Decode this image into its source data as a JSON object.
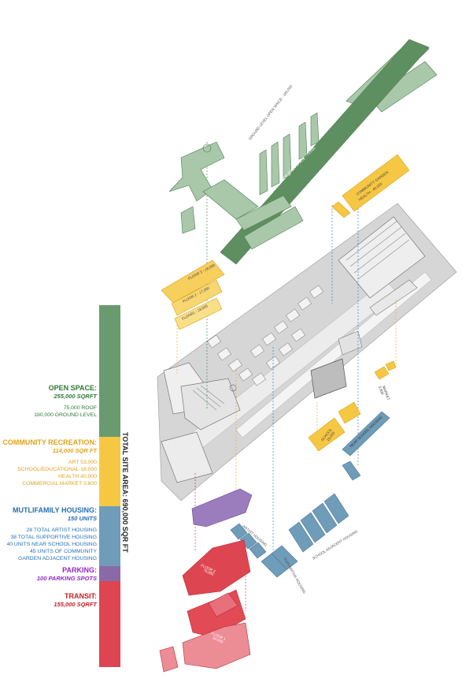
{
  "total": {
    "label": "TOTAL SITE AREA: 690,000 SQR FT"
  },
  "colors": {
    "open_space": "#6a9b6e",
    "recreation": "#f6c743",
    "housing": "#6f9cb8",
    "parking": "#8a6aa6",
    "transit": "#dd4550",
    "open_space_text": "#2f7a35",
    "recreation_text": "#e1a319",
    "housing_text": "#2470b4",
    "parking_text": "#9428c4",
    "transit_text": "#c8202a"
  },
  "legend": {
    "open_space": {
      "title": "OPEN SPACE:",
      "sub": "255,000 SQRFT",
      "details": [
        "75,000 ROOF",
        "180,000 GROUND LEVEL"
      ]
    },
    "recreation": {
      "title": "COMMUNITY RECREATION:",
      "sub": "114,000 SQR FT",
      "details": [
        "ART  53,000",
        "SCHOOL/EDUCATIONAL 18,000",
        "HEALTH 40,000",
        "COMMERCIAL MARKET 3,600"
      ]
    },
    "housing": {
      "title": "MUTLIFAMILY HOUSING:",
      "sub": "150 UNITS",
      "details": [
        "28 TOTAL ARTIST HOUSING",
        "38 TOTAL SUPPORTIVE HOUSING",
        "40 UNITS NEAR SCHOOL HOUSING",
        "45 UNITS OF COMMUNITY",
        "GARDEN ADJACENT HOUSING"
      ]
    },
    "parking": {
      "title": "PARKING:",
      "sub": "100 PARKING SPOTS"
    },
    "transit": {
      "title": "TRANSIT:",
      "sub": "155,000 SQRFT"
    }
  },
  "labels": {
    "ground_open": "GROUND LEVEL OPEN SPACE - 180,000",
    "roof_open": "ROOF OPEN SPACE - 75,000",
    "community_garden": "COMMUNITY GARDEN",
    "health": "HEALTH - 40,000",
    "floor3": "FLOOR 3 - 18,000",
    "floor2": "FLOOR 2 - 17,000",
    "floor1": "FLOOR1 - 18,000",
    "school": "SCHOOL",
    "school_area": "18,000",
    "market": "MARKET",
    "market_area": "3,600",
    "near_school": "NEAR SCHOOL HOUSING",
    "artist_housing": "ARTIST HOUSING",
    "supportive_housing": "SUPPORTIVE HOUSING",
    "school_adjacent": "SCHOOL ADJACENT HOUSING",
    "transit_floor2": "FLOOR 2",
    "transit_floor2_area": "75,000",
    "transit_floor1": "FLOOR 1",
    "transit_floor1_area": "80,000"
  }
}
